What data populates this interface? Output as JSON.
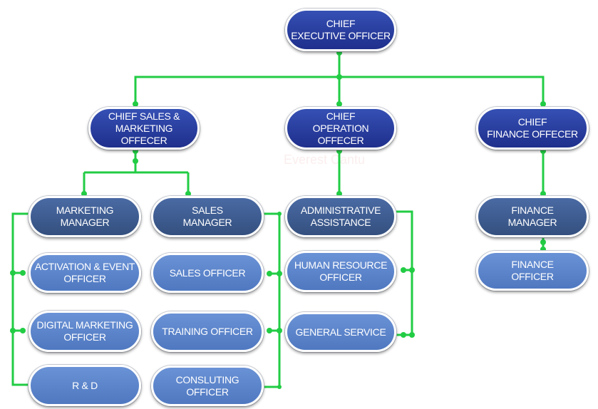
{
  "colors": {
    "connector": "#22cc44",
    "executive": "#27389a",
    "manager": "#3d5a8e",
    "officer": "#5b82c8"
  },
  "watermark": "Everest Cantu",
  "nodes": {
    "ceo": "CHIEF\nEXECUTIVE OFFICER",
    "csmo": "CHIEF SALES &\nMARKETING OFFECER",
    "coo": "CHIEF\nOPERATION OFFECER",
    "cfo": "CHIEF\nFINANCE OFFECER",
    "marketing_manager": "MARKETING\nMANAGER",
    "sales_manager": "SALES\nMANAGER",
    "admin": "ADMINISTRATIVE\nASSISTANCE",
    "finance_manager": "FINANCE\nMANAGER",
    "activation": "ACTIVATION & EVENT\nOFFICER",
    "sales_officer": "SALES OFFICER",
    "hr": "HUMAN RESOURCE\nOFFICER",
    "finance_officer": "FINANCE\nOFFICER",
    "digital": "DIGITAL MARKETING\nOFFICER",
    "training": "TRAINING OFFICER",
    "general": "GENERAL SERVICE",
    "rnd": "R & D",
    "consulting": "CONSLUTING OFFICER"
  }
}
